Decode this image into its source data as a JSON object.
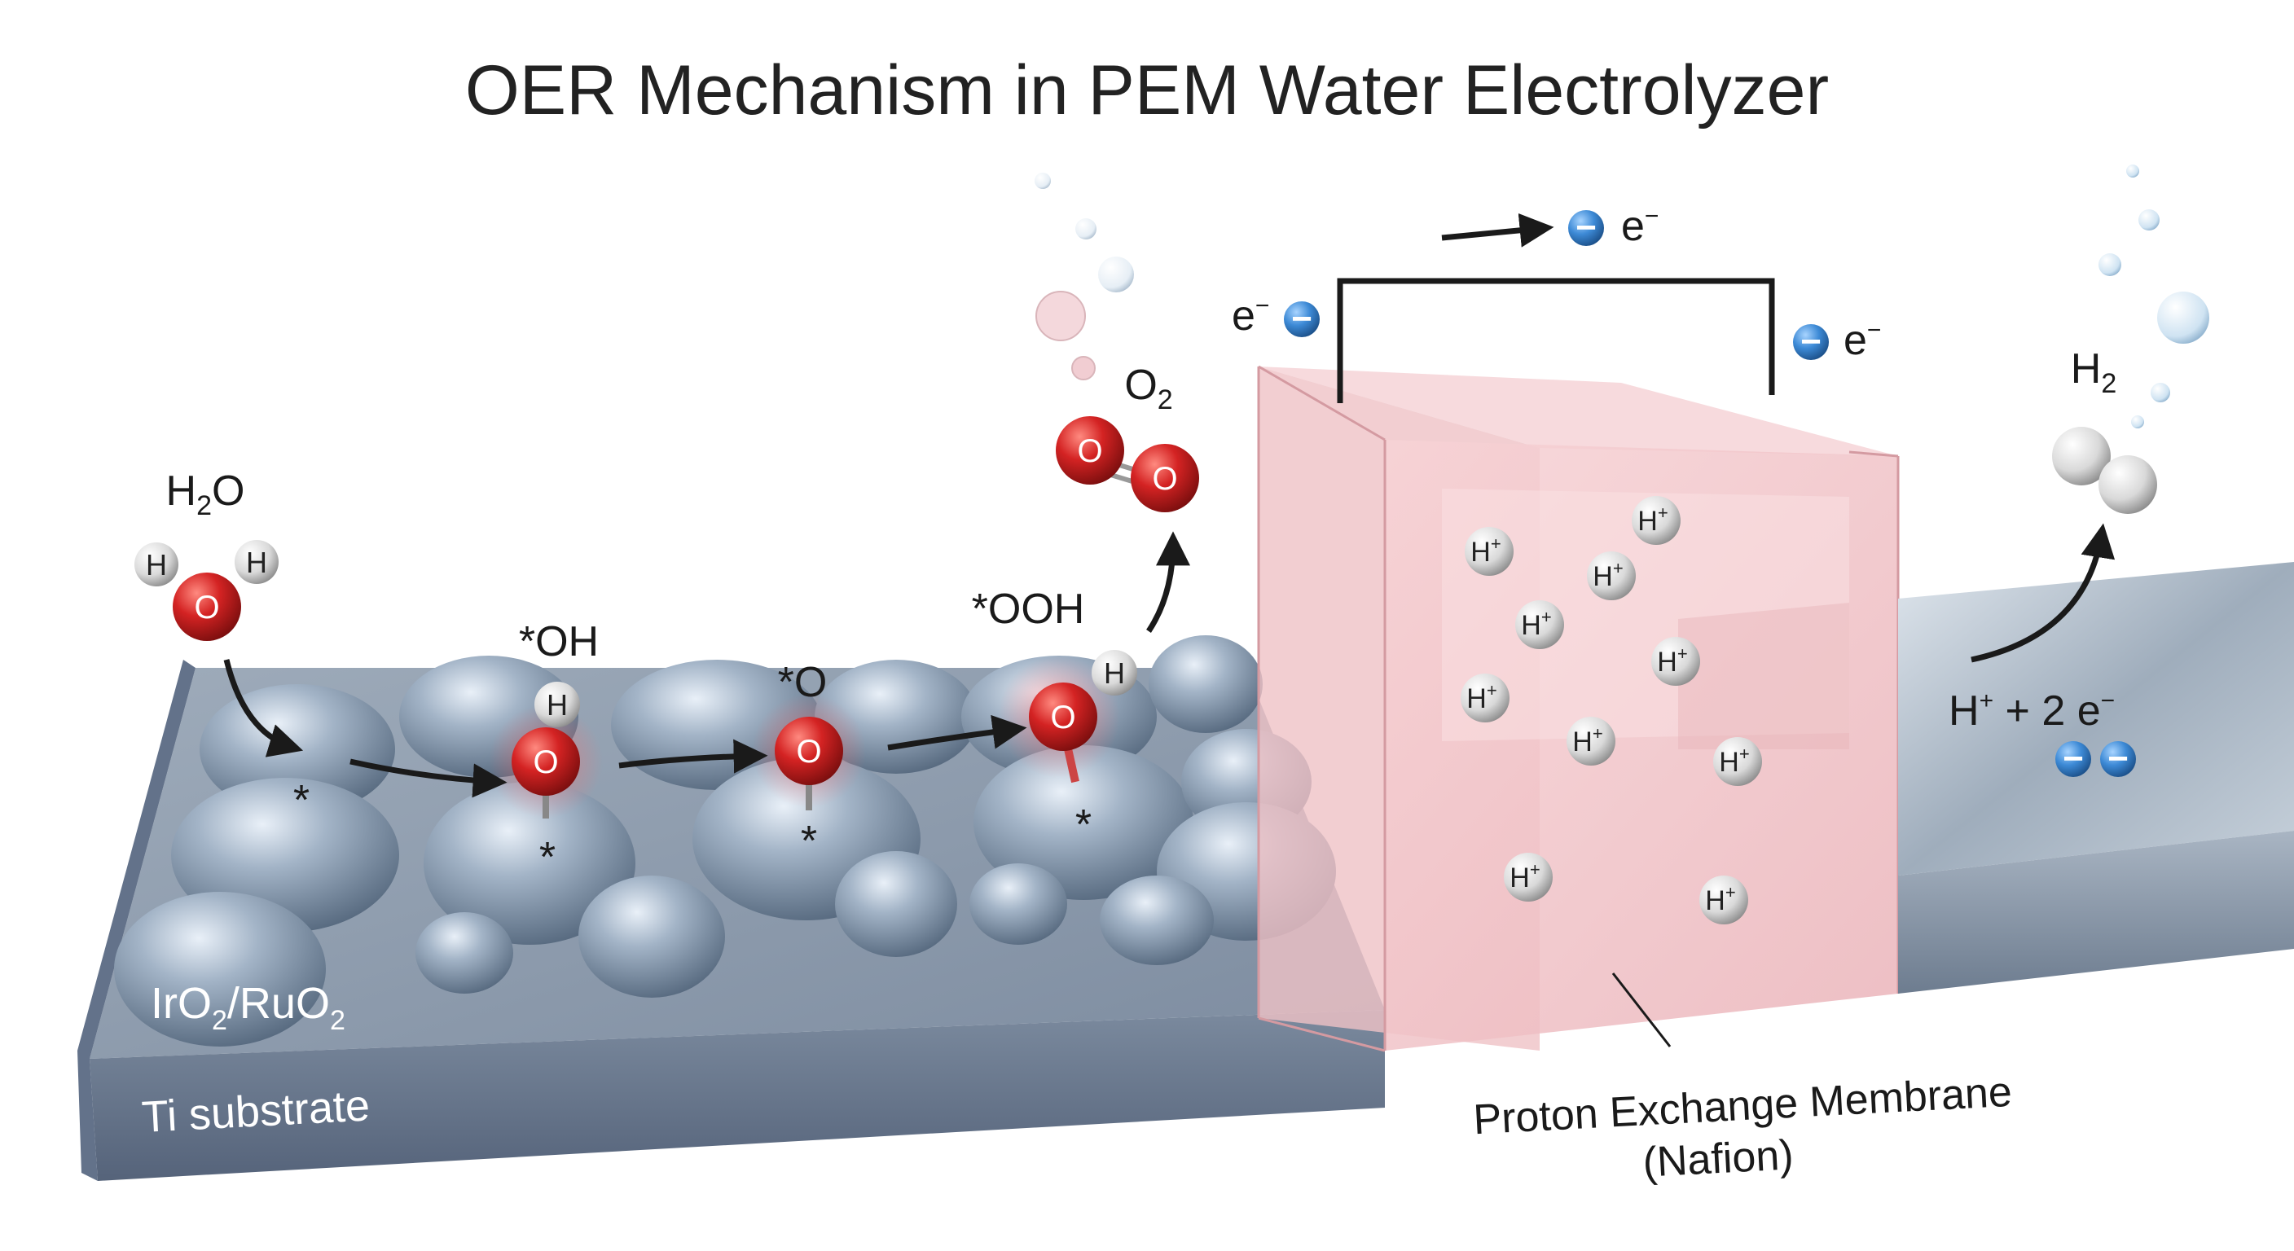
{
  "title": "OER Mechanism in PEM Water Electrolyzer",
  "reactant": {
    "formula": "H",
    "sub": "2",
    "tail": "O",
    "atom_h": "H",
    "atom_o": "O"
  },
  "intermediates": {
    "oh": {
      "label": "*OH",
      "atom_o": "O",
      "atom_h": "H"
    },
    "o": {
      "label": "*O",
      "atom_o": "O"
    },
    "ooh": {
      "label": "*OOH",
      "atom_o": "O",
      "atom_h": "H"
    }
  },
  "active_site": "*",
  "oxygen": {
    "formula": "O",
    "sub": "2",
    "atom_o": "O"
  },
  "catalyst": {
    "label": "IrO",
    "sub1": "2",
    "mid": "/RuO",
    "sub2": "2"
  },
  "substrate": {
    "label": "Ti substrate"
  },
  "circuit": {
    "electron": "e",
    "sup": "−",
    "minus": "−"
  },
  "membrane": {
    "line1": "Proton Exchange Membrane",
    "line2": "(Nafion)",
    "proton": "H",
    "proton_sup": "+"
  },
  "cathode": {
    "product": "H",
    "product_sub": "2",
    "reaction_a": "H",
    "reaction_sup": "+",
    "reaction_b": " + 2 e",
    "reaction_sup2": "−"
  },
  "colors": {
    "oxygen": "#cc1f1f",
    "hydrogen": "#e6e6e6",
    "electron": "#3a86d0",
    "membrane": "#f1c4c8",
    "substrate": "#7e8fa3",
    "cathode": "#a9b6c4"
  }
}
